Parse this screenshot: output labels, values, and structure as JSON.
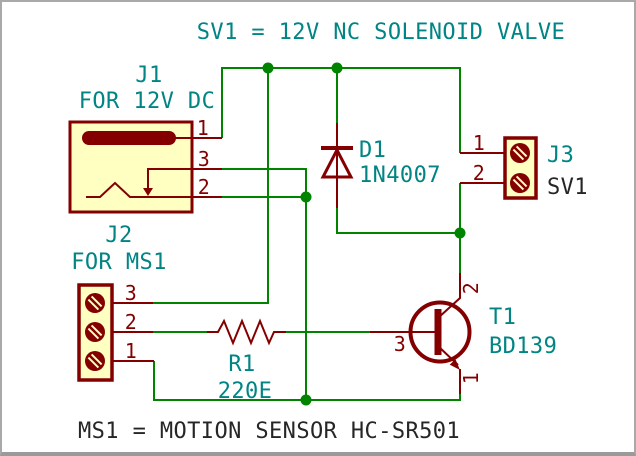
{
  "schematic": {
    "title": "SV1 = 12V NC SOLENOID VALVE",
    "footnote": "MS1 = MOTION SENSOR HC-SR501"
  },
  "colors": {
    "wire_green": "#008400",
    "symbol_dark_red": "#840000",
    "field_text_teal": "#008484",
    "graphic_text_black": "#262626",
    "symbol_fill_yellow": "#FFFFC2",
    "frame_gray": "#a9a9a9"
  },
  "components": {
    "j1": {
      "ref": "J1",
      "desc": "FOR 12V DC",
      "pin1": "1",
      "pin3": "3",
      "pin2": "2"
    },
    "j2": {
      "ref": "J2",
      "desc": "FOR MS1",
      "pin3": "3",
      "pin2": "2",
      "pin1": "1"
    },
    "j3": {
      "ref": "J3",
      "value": "SV1",
      "pin1": "1",
      "pin2": "2"
    },
    "d1": {
      "ref": "D1",
      "value": "1N4007"
    },
    "r1": {
      "ref": "R1",
      "value": "220E"
    },
    "t1": {
      "ref": "T1",
      "value": "BD139",
      "pin_base": "3",
      "pin_collector": "2",
      "pin_emitter": "1"
    }
  }
}
